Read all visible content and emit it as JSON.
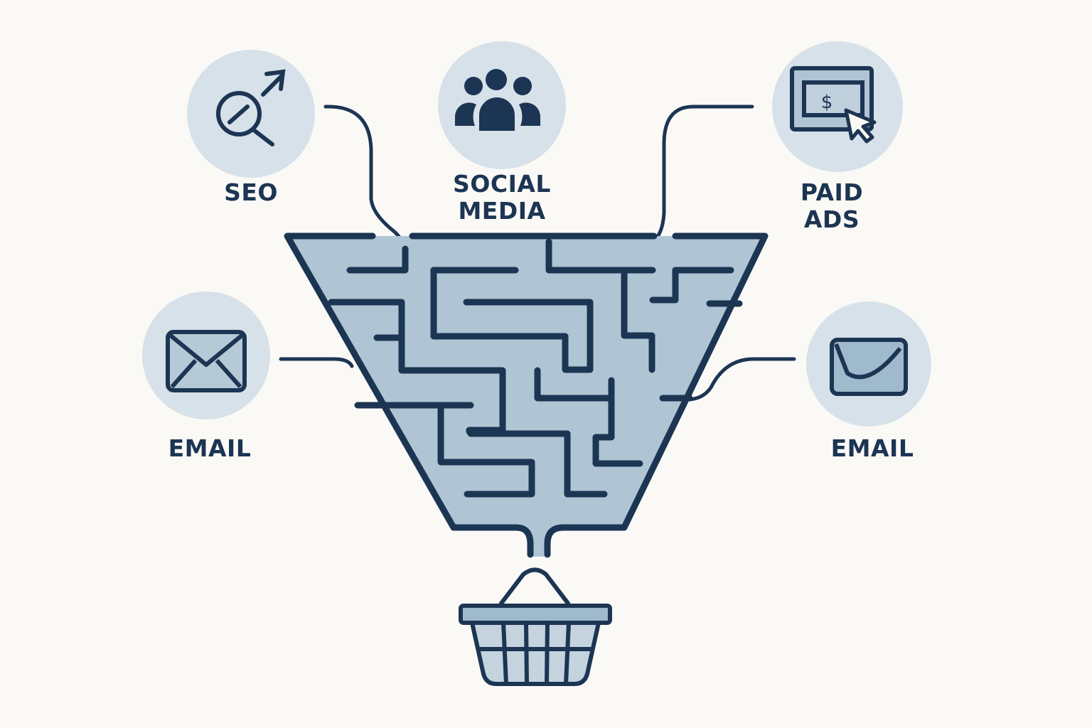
{
  "title": "Marketing channels funnel maze into shopping basket",
  "colors": {
    "background": "#fbf9f6",
    "circle": "#d6e1e9",
    "stroke": "#1c3553",
    "fill": "#afc5d4"
  },
  "channels": [
    {
      "id": "seo",
      "label": "SEO",
      "icon": "magnifier-arrow-icon"
    },
    {
      "id": "social",
      "label_line1": "SOCIAL",
      "label_line2": "MEDIA",
      "icon": "people-group-icon"
    },
    {
      "id": "paid",
      "label_line1": "PAID",
      "label_line2": "ADS",
      "icon": "screen-dollar-cursor-icon"
    },
    {
      "id": "email_left",
      "label": "EMAIL",
      "icon": "envelope-icon"
    },
    {
      "id": "email_right",
      "label": "EMAIL",
      "icon": "envelope-open-icon"
    }
  ],
  "funnel": {
    "type": "maze",
    "output": "shopping-basket-icon"
  }
}
